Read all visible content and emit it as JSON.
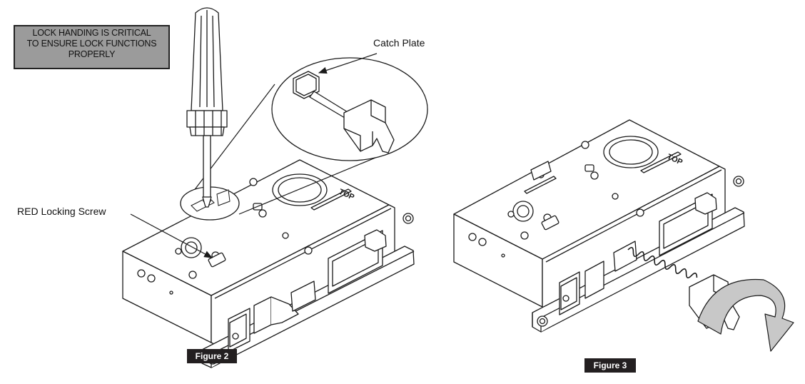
{
  "warning": {
    "lines": [
      "LOCK HANDING IS CRITICAL",
      "TO ENSURE LOCK FUNCTIONS",
      "PROPERLY"
    ]
  },
  "callouts": {
    "catch_plate": "Catch Plate",
    "red_locking_screw": "RED Locking Screw"
  },
  "figures": {
    "figure2": "Figure 2",
    "figure3": "Figure 3"
  },
  "lock_body_marking": "TOP",
  "icons": [
    "screwdriver-icon",
    "mortise-lock-body",
    "catch-plate-magnified",
    "rotate-arrow-icon",
    "spring-icon"
  ],
  "colors": {
    "line": "#1a1a1a",
    "warning_fill": "#9b9b9b",
    "label_fill": "#231f20",
    "arrow_fill": "#c8c8c8"
  }
}
